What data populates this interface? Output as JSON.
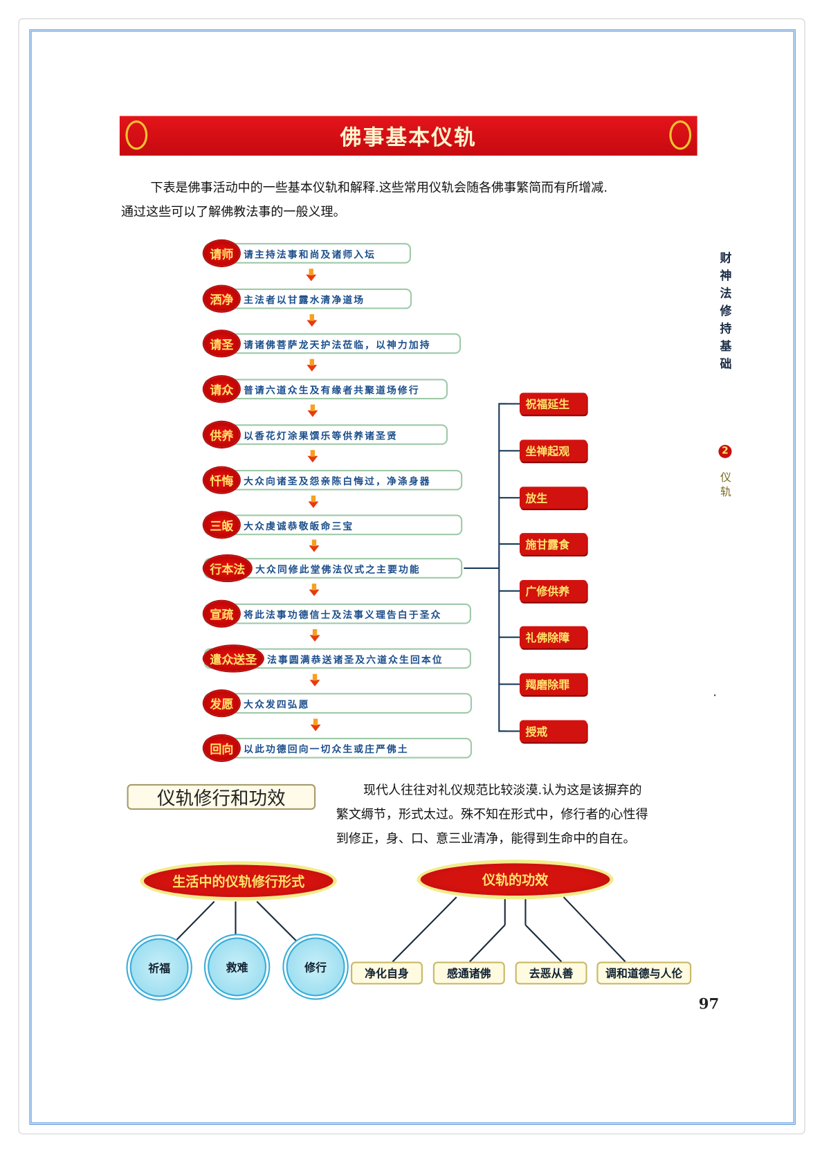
{
  "title": "佛事基本仪轨",
  "intro": [
    "下表是佛事活动中的一些基本仪轨和解释.这些常用仪轨会随各佛事繁简而有所增减.",
    "通过这些可以了解佛教法事的一般义理。"
  ],
  "flow": [
    {
      "label": "请师",
      "desc": "请主持法事和尚及诸师入坛"
    },
    {
      "label": "洒净",
      "desc": "主法者以甘露水清净道场"
    },
    {
      "label": "请圣",
      "desc": "请诸佛菩萨龙天护法莅临，以神力加持"
    },
    {
      "label": "请众",
      "desc": "普请六道众生及有缘者共聚道场修行"
    },
    {
      "label": "供养",
      "desc": "以香花灯涂果馔乐等供养诸圣贤"
    },
    {
      "label": "忏悔",
      "desc": "大众向诸圣及怨亲陈白悔过，净涤身器"
    },
    {
      "label": "三皈",
      "desc": "大众虔诚恭敬皈命三宝"
    },
    {
      "label": "行本法",
      "desc": "大众同修此堂佛法仪式之主要功能"
    },
    {
      "label": "宣疏",
      "desc": "将此法事功德信士及法事义理告白于圣众"
    },
    {
      "label": "遣众送圣",
      "desc": "法事圆满恭送诸圣及六道众生回本位"
    },
    {
      "label": "发愿",
      "desc": "大众发四弘愿"
    },
    {
      "label": "回向",
      "desc": "以此功德回向一切众生或庄严佛土"
    }
  ],
  "functions": [
    "祝福延生",
    "坐禅起观",
    "放生",
    "施甘露食",
    "广修供养",
    "礼佛除障",
    "羯磨除罪",
    "授戒"
  ],
  "side": {
    "book": "财神法修持基础",
    "chapter_no": "2",
    "chapter": "仪轨"
  },
  "section": {
    "title": "仪轨修行和功效",
    "text": [
      "现代人往往对礼仪规范比较淡漠.认为这是该摒弃的",
      "繁文缛节，形式太过。殊不知在形式中，修行者的心性得",
      "到修正，身、口、意三业清净，能得到生命中的自在。"
    ]
  },
  "forms": {
    "title": "生活中的仪轨修行形式",
    "items": [
      "祈福",
      "救难",
      "修行"
    ]
  },
  "effects": {
    "title": "仪轨的功效",
    "items": [
      "净化自身",
      "感通诸佛",
      "去恶从善",
      "调和道德与人伦"
    ]
  },
  "page_number": "97"
}
